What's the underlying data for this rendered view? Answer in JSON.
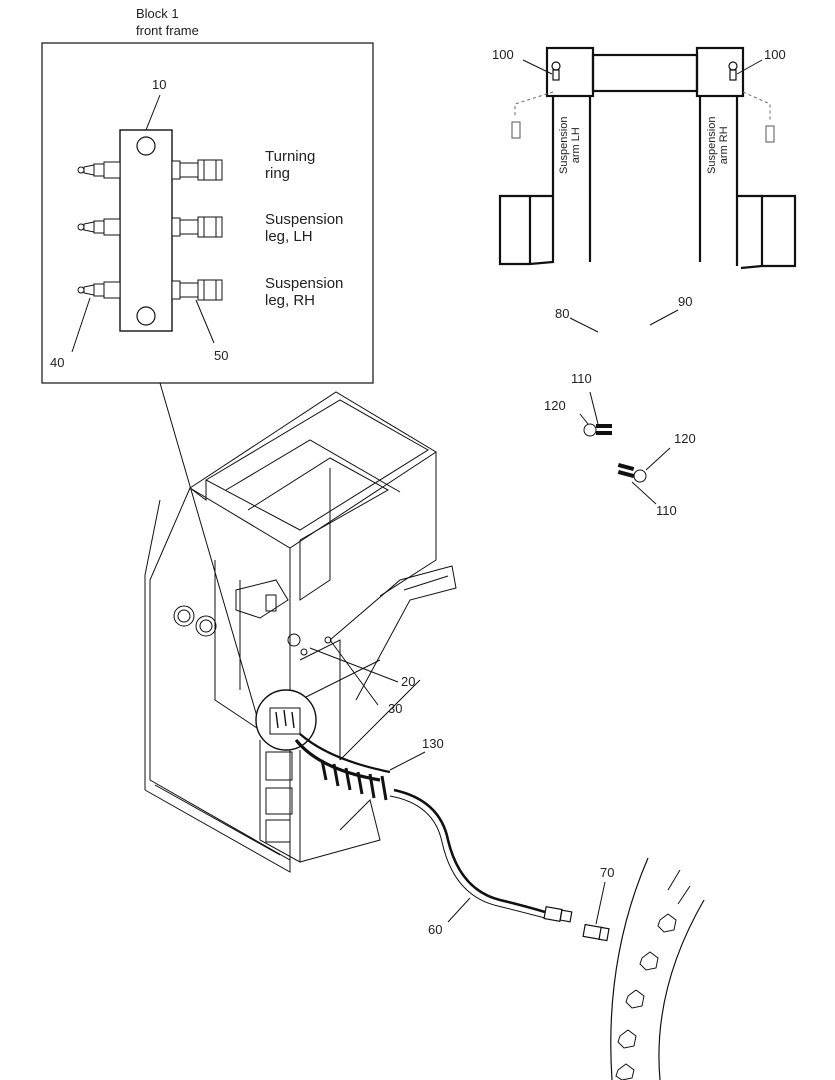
{
  "block": {
    "title": "Block 1",
    "subtitle": "front frame"
  },
  "detail": {
    "callout_top": "10",
    "callout_left_bottom": "40",
    "callout_right_bottom": "50",
    "ports": [
      {
        "line1": "Turning",
        "line2": "ring"
      },
      {
        "line1": "Suspension",
        "line2": "leg, LH"
      },
      {
        "line1": "Suspension",
        "line2": "leg, RH"
      }
    ]
  },
  "suspension": {
    "callout_left": "100",
    "callout_right": "100",
    "arm_left": {
      "line1": "Suspension",
      "line2": "arm LH"
    },
    "arm_right": {
      "line1": "Suspension",
      "line2": "arm RH"
    },
    "callout_80": "80",
    "callout_90": "90"
  },
  "hoses": {
    "upper_fitting": "110",
    "upper_cap": "120",
    "lower_cap": "120",
    "lower_fitting": "110"
  },
  "main": {
    "callout_20": "20",
    "callout_30": "30",
    "callout_130": "130",
    "callout_60": "60",
    "callout_70": "70"
  }
}
